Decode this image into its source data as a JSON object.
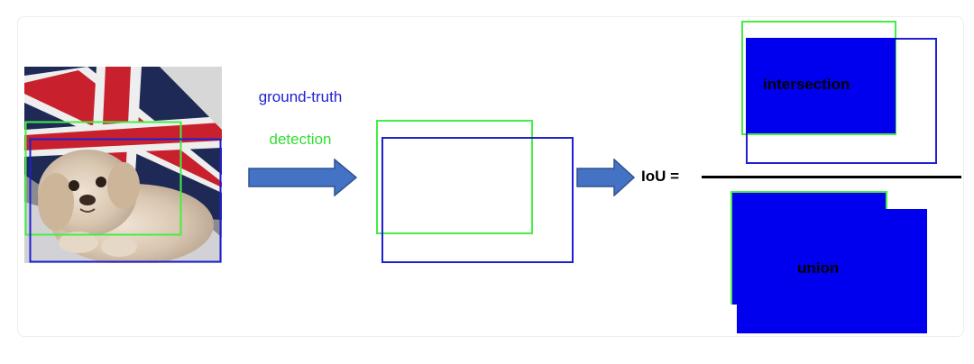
{
  "legend": {
    "ground_truth": "ground-truth",
    "detection": "detection"
  },
  "formula": {
    "lhs": "IoU ="
  },
  "regions": {
    "numerator_label": "intersection",
    "denominator_label": "union"
  },
  "colors": {
    "ground_truth": "#1f1fd0",
    "detection": "#44ee44",
    "fill": "#0000ee",
    "arrow": "#4472c4",
    "arrow_border": "#2f528f"
  },
  "icons": {
    "arrow": "right-arrow-icon"
  }
}
